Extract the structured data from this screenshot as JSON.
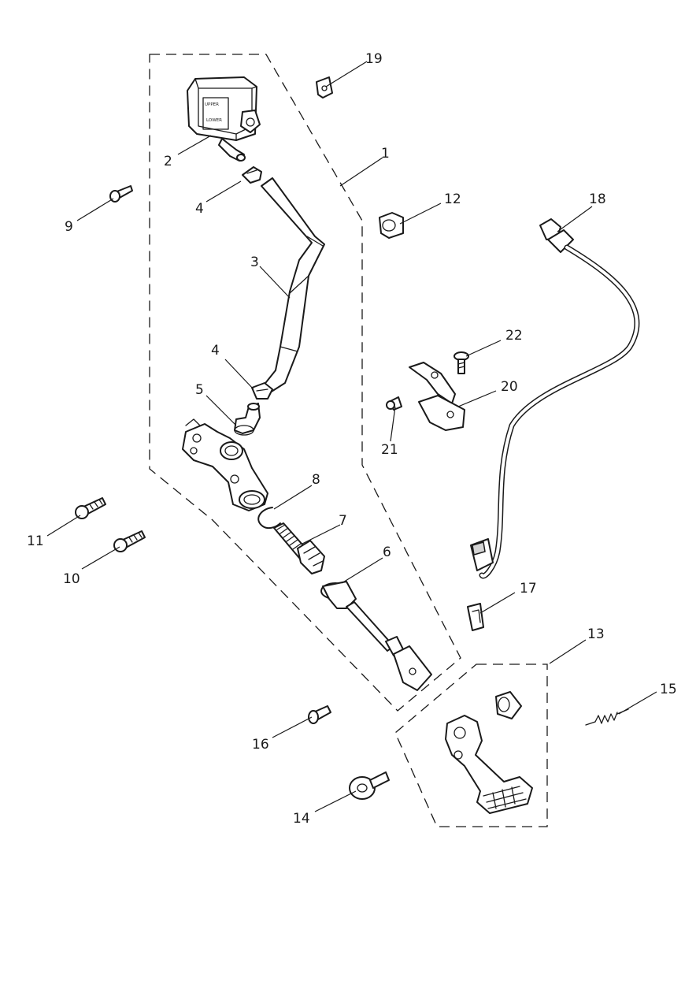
{
  "reservoir_text": {
    "upper": "UPPER",
    "lower": "LOWER"
  },
  "callouts": [
    "1",
    "2",
    "3",
    "4",
    "4",
    "5",
    "6",
    "7",
    "8",
    "9",
    "10",
    "11",
    "12",
    "13",
    "14",
    "15",
    "16",
    "17",
    "18",
    "19",
    "20",
    "21",
    "22"
  ]
}
